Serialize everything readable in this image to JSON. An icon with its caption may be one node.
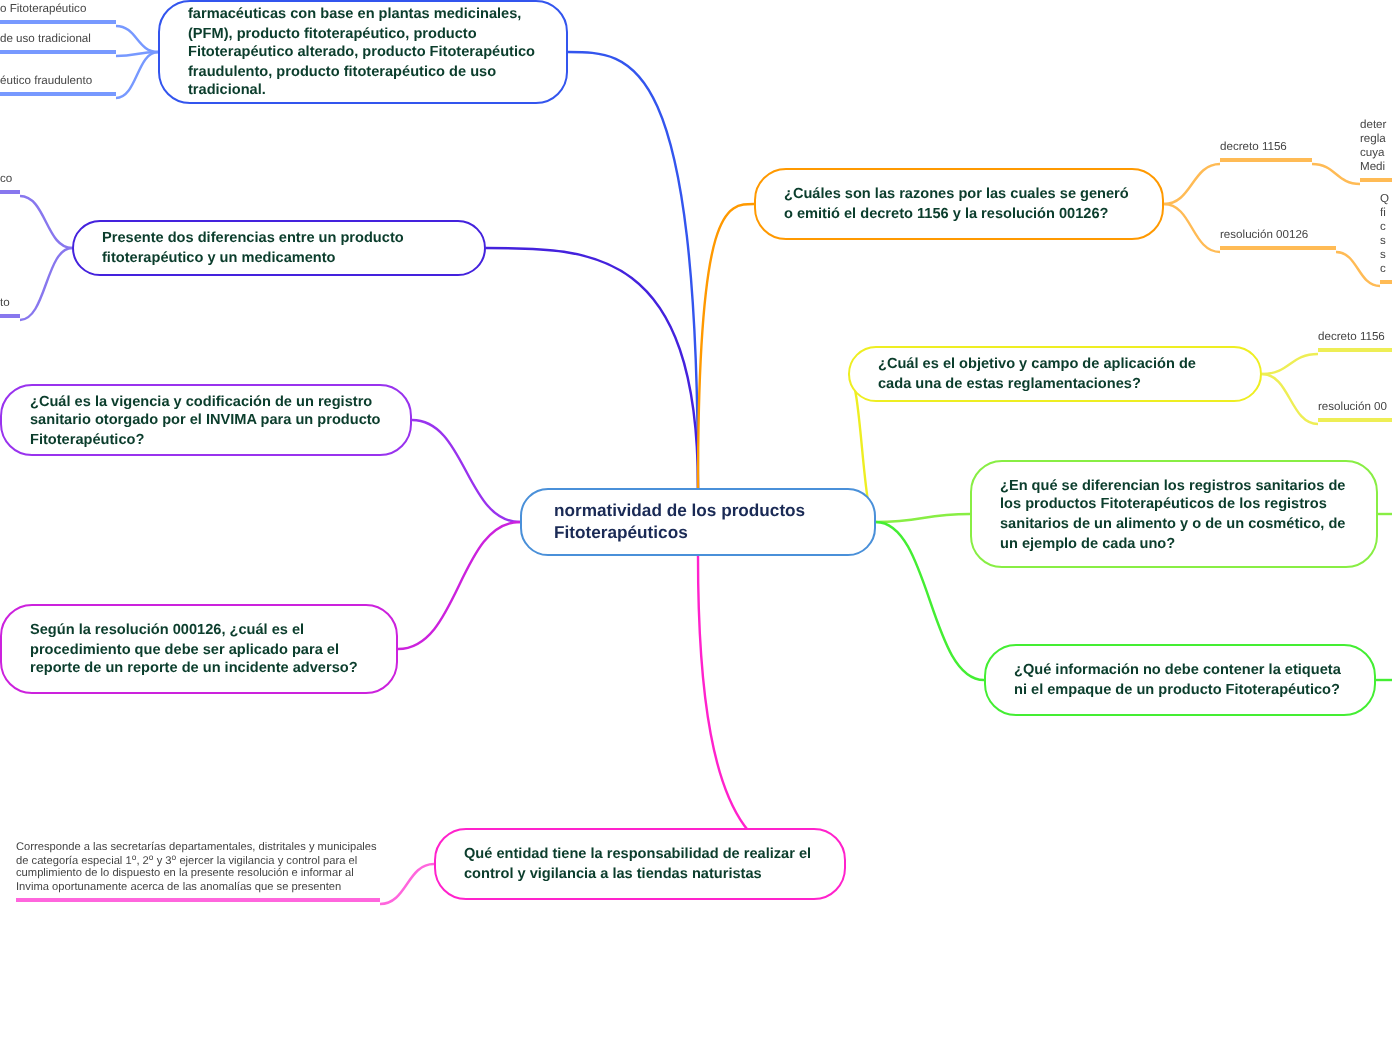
{
  "diagram": {
    "nodes": [
      {
        "text": [
          "normatividad de los productos Fitoterapéuticos"
        ]
      },
      {
        "text": [
          "farmacéuticas con base en plantas medicinales, (PFM), producto fitoterapéutico, producto Fitoterapéutico alterado, producto Fitoterapéutico fraudulento, producto fitoterapéutico de uso tradicional."
        ]
      },
      {
        "text": [
          "o Fitoterapéutico"
        ]
      },
      {
        "text": [
          "de uso tradicional"
        ]
      },
      {
        "text": [
          "éutico fraudulento"
        ]
      },
      {
        "text": [
          "Presente dos diferencias entre un producto fitoterapéutico y un medicamento"
        ]
      },
      {
        "text": [
          "co"
        ]
      },
      {
        "text": [
          "to"
        ]
      },
      {
        "text": [
          "¿Cuál es la vigencia y codificación de un registro sanitario otorgado por el INVIMA para un producto Fitoterapéutico?"
        ]
      },
      {
        "text": [
          "Según la resolución 000126, ¿cuál es el procedimiento que debe ser aplicado para el reporte de un reporte de un incidente adverso?"
        ]
      },
      {
        "text": [
          "Qué entidad tiene la responsabilidad de realizar el control y vigilancia a las tiendas naturistas"
        ]
      },
      {
        "text": [
          "Corresponde a las secretarías departamentales, distritales y municipales de categoría especial 1$^{o}$, 2$^{o}$ y 3$^{o}$ ejercer la vigilancia y control para el cumplimiento de lo dispuesto en la presente resolución e informar al Invima oportunamente acerca de las anomalías que se presenten"
        ]
      },
      {
        "text": [
          "¿Cuáles son las razones por las cuales se generó o emitió el decreto 1156 y la resolución 00126?"
        ]
      },
      {
        "text": [
          "decreto 1156"
        ]
      },
      {
        "text": [
          "resolución 00126"
        ]
      },
      {
        "text": [
          "deter regla cuya Medi"
        ]
      },
      {
        "text": [
          "Q fi c s s c"
        ]
      },
      {
        "text": [
          "¿Cuál es el objetivo y campo de aplicación de cada una de estas reglamentaciones?"
        ]
      },
      {
        "text": [
          "decreto 1156"
        ]
      },
      {
        "text": [
          "resolución 00"
        ]
      },
      {
        "text": [
          "¿En qué se diferencian los registros sanitarios de los productos Fitoterapéuticos de los registros sanitarios de un alimento y o de un cosmético, de un ejemplo de cada uno?"
        ]
      },
      {
        "text": [
          "¿Qué información no debe contener la etiqueta ni el empaque de un producto Fitoterapéutico?"
        ]
      }
    ],
    "edges": [
      {
        "from": 0,
        "to": 1,
        "arrow": "none",
        "color": "#3355ee"
      },
      {
        "from": 1,
        "to": 2,
        "arrow": "none",
        "color": "#7799ff"
      },
      {
        "from": 1,
        "to": 3,
        "arrow": "none",
        "color": "#7799ff"
      },
      {
        "from": 1,
        "to": 4,
        "arrow": "none",
        "color": "#7799ff"
      },
      {
        "from": 0,
        "to": 5,
        "arrow": "none",
        "color": "#4422dd"
      },
      {
        "from": 5,
        "to": 6,
        "arrow": "none",
        "color": "#8877ee"
      },
      {
        "from": 5,
        "to": 7,
        "arrow": "none",
        "color": "#8877ee"
      },
      {
        "from": 0,
        "to": 8,
        "arrow": "none",
        "color": "#9933ee"
      },
      {
        "from": 0,
        "to": 9,
        "arrow": "none",
        "color": "#cc22dd"
      },
      {
        "from": 0,
        "to": 10,
        "arrow": "none",
        "color": "#ff22cc"
      },
      {
        "from": 10,
        "to": 11,
        "arrow": "none",
        "color": "#ff66dd"
      },
      {
        "from": 0,
        "to": 12,
        "arrow": "none",
        "color": "#ff9900"
      },
      {
        "from": 12,
        "to": 13,
        "arrow": "none",
        "color": "#ffbb55"
      },
      {
        "from": 12,
        "to": 14,
        "arrow": "none",
        "color": "#ffbb55"
      },
      {
        "from": 13,
        "to": 15,
        "arrow": "none",
        "color": "#ffbb55"
      },
      {
        "from": 14,
        "to": 16,
        "arrow": "none",
        "color": "#ffbb55"
      },
      {
        "from": 0,
        "to": 17,
        "arrow": "none",
        "color": "#eeee22"
      },
      {
        "from": 17,
        "to": 18,
        "arrow": "none",
        "color": "#eeee55"
      },
      {
        "from": 17,
        "to": 19,
        "arrow": "none",
        "color": "#eeee55"
      },
      {
        "from": 0,
        "to": 20,
        "arrow": "none",
        "color": "#88ee44"
      },
      {
        "from": 20,
        "to": null,
        "arrow": "none",
        "color": "#88ee44"
      },
      {
        "from": 0,
        "to": 21,
        "arrow": "none",
        "color": "#44ee33"
      },
      {
        "from": 21,
        "to": null,
        "arrow": "none",
        "color": "#44ee33"
      }
    ]
  }
}
